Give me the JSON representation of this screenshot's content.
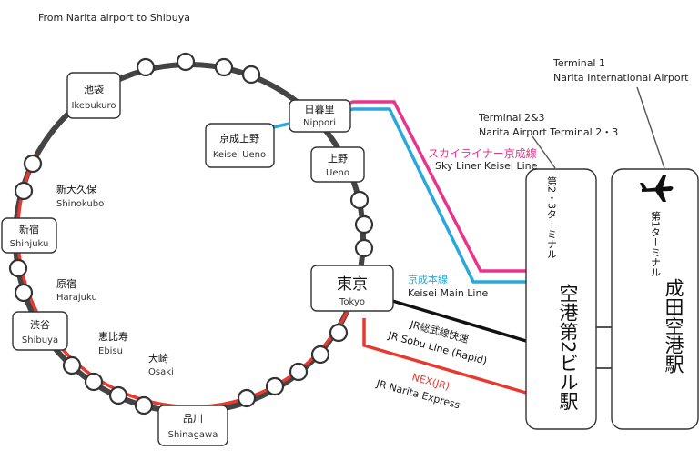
{
  "title": "From Narita airport to Shibuya",
  "colors": {
    "yamanote": "#444444",
    "tokyo_shinagawa_arc": "#e8392f",
    "skyliner": "#e8348a",
    "keisei_main": "#2aa7dd",
    "jr_sobu": "#111111",
    "nex": "#e8392f"
  },
  "stations": {
    "ikebukuro": {
      "ja": "池袋",
      "en": "Ikebukuro"
    },
    "nippori": {
      "ja": "日暮里",
      "en": "Nippori"
    },
    "keisei_ueno": {
      "ja": "京成上野",
      "en": "Keisei Ueno"
    },
    "ueno": {
      "ja": "上野",
      "en": "Ueno"
    },
    "shinokubo": {
      "ja": "新大久保",
      "en": "Shinokubo"
    },
    "shinjuku": {
      "ja": "新宿",
      "en": "Shinjuku"
    },
    "harajuku": {
      "ja": "原宿",
      "en": "Harajuku"
    },
    "tokyo": {
      "ja": "東京",
      "en": "Tokyo"
    },
    "shibuya": {
      "ja": "渋谷",
      "en": "Shibuya"
    },
    "ebisu": {
      "ja": "恵比寿",
      "en": "Ebisu"
    },
    "osaki": {
      "ja": "大崎",
      "en": "Osaki"
    },
    "shinagawa": {
      "ja": "品川",
      "en": "Shinagawa"
    }
  },
  "lines": {
    "skyliner": {
      "ja": "スカイライナー京成線",
      "en": "Sky Liner Keisei Line"
    },
    "keisei_main": {
      "ja": "京成本線",
      "en": "Keisei Main Line"
    },
    "jr_sobu": {
      "ja": "JR総武線快速",
      "en": "JR Sobu Line (Rapid)"
    },
    "nex": {
      "ja": "NEX(JR)",
      "en": "JR Narita Express"
    }
  },
  "terminals": {
    "t1": {
      "label_line1": "Terminal 1",
      "label_line2": "Narita International Airport",
      "vertical_small": "第1ターミナル",
      "vertical_large": "成田空港駅",
      "icon": "airplane-icon"
    },
    "t23": {
      "label_line1": "Terminal 2&3",
      "label_line2": "Narita Airport Terminal 2・3",
      "vertical_small": "第2・3ターミナル",
      "vertical_large": "空港第2ビル駅"
    }
  }
}
